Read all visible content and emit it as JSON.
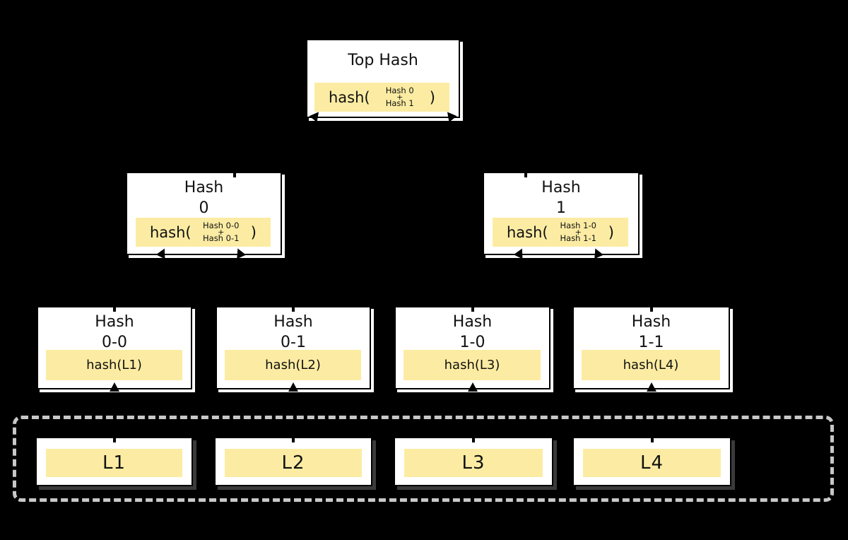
{
  "colors": {
    "background": "#000000",
    "node_fill": "#ffffff",
    "node_border": "#000000",
    "highlight_fill": "#fceca3",
    "dashed_border": "#c8c8c8",
    "text": "#111111"
  },
  "nodes": {
    "top_hash": {
      "title": "Top Hash",
      "func_open": "hash(",
      "arg_top": "Hash 0",
      "operator": "+",
      "arg_bottom": "Hash 1",
      "func_close": ")"
    },
    "hash_0": {
      "title_line1": "Hash",
      "title_line2": "0",
      "func_open": "hash(",
      "arg_top": "Hash 0-0",
      "operator": "+",
      "arg_bottom": "Hash 0-1",
      "func_close": ")"
    },
    "hash_1": {
      "title_line1": "Hash",
      "title_line2": "1",
      "func_open": "hash(",
      "arg_top": "Hash 1-0",
      "operator": "+",
      "arg_bottom": "Hash 1-1",
      "func_close": ")"
    },
    "hash_0_0": {
      "title_line1": "Hash",
      "title_line2": "0-0",
      "formula": "hash(L1)"
    },
    "hash_0_1": {
      "title_line1": "Hash",
      "title_line2": "0-1",
      "formula": "hash(L2)"
    },
    "hash_1_0": {
      "title_line1": "Hash",
      "title_line2": "1-0",
      "formula": "hash(L3)"
    },
    "hash_1_1": {
      "title_line1": "Hash",
      "title_line2": "1-1",
      "formula": "hash(L4)"
    }
  },
  "data_blocks": [
    {
      "label": "L1"
    },
    {
      "label": "L2"
    },
    {
      "label": "L3"
    },
    {
      "label": "L4"
    }
  ]
}
